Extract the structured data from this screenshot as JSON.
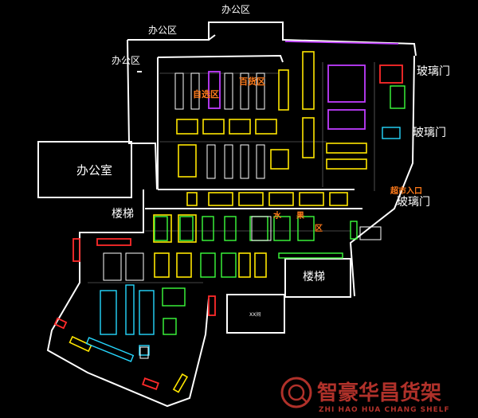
{
  "labels": {
    "office_top": "办公区",
    "office_mid": "办公区",
    "office_left": "办公区",
    "office_room": "办公室",
    "stairs_left": "楼梯",
    "stairs_right": "楼梯",
    "glass_door_1": "玻璃门",
    "glass_door_2": "玻璃门",
    "glass_door_3": "玻璃门",
    "zone_a": "自选区",
    "zone_b": "百货区",
    "zone_fruit_1": "水",
    "zone_fruit_2": "果",
    "zone_fruit_3": "区",
    "entrance": "超市入口",
    "xx_room": "XX间"
  },
  "watermark": {
    "brand": "智豪华昌货架",
    "pinyin": "ZHI HAO HUA CHANG SHELF"
  },
  "colors": {
    "background": "#000000",
    "wall": "#ffffff",
    "shelf_yellow": "#ffe600",
    "shelf_green": "#3cff3c",
    "shelf_cyan": "#26d8ff",
    "shelf_purple": "#c03cff",
    "shelf_red": "#ff2a2a",
    "label_orange": "#ff7a1a",
    "watermark": "#b0312a"
  }
}
